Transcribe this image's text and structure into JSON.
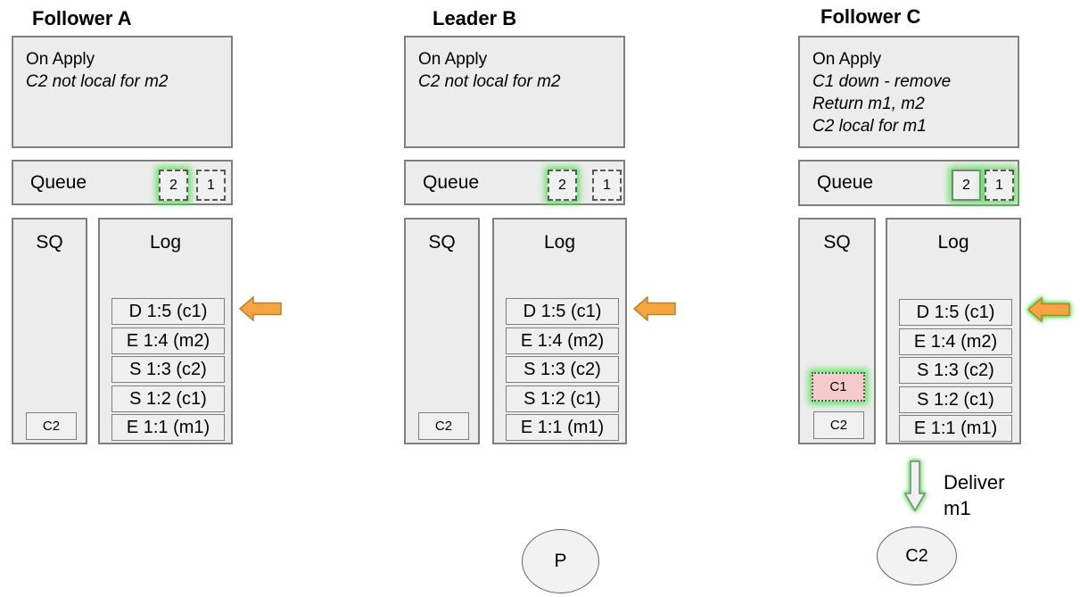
{
  "colors": {
    "panel_fill": "#ececec",
    "panel_border": "#7f7f7f",
    "glow_green": "#5fe45f",
    "arrow_fill": "#f6a440",
    "arrow_border": "#b5842f",
    "deliver_arrow_fill": "#f1f1f1",
    "sq_c1_pink": "#f5caca"
  },
  "columns": [
    {
      "title": "Follower A",
      "on_apply": {
        "heading": "On Apply",
        "notes": [
          "C2 not local for m2"
        ]
      },
      "queue": {
        "label": "Queue",
        "slots": [
          {
            "value": "2"
          },
          {
            "value": "1"
          }
        ]
      },
      "sq": {
        "label": "SQ",
        "items": [
          {
            "value": "C2"
          }
        ]
      },
      "log": {
        "label": "Log",
        "entries": [
          "D 1:5 (c1)",
          "E 1:4 (m2)",
          "S 1:3 (c2)",
          "S 1:2 (c1)",
          "E 1:1 (m1)"
        ]
      }
    },
    {
      "title": "Leader B",
      "on_apply": {
        "heading": "On Apply",
        "notes": [
          "C2 not local for m2"
        ]
      },
      "queue": {
        "label": "Queue",
        "slots": [
          {
            "value": "2"
          },
          {
            "value": "1"
          }
        ]
      },
      "sq": {
        "label": "SQ",
        "items": [
          {
            "value": "C2"
          }
        ]
      },
      "log": {
        "label": "Log",
        "entries": [
          "D 1:5 (c1)",
          "E 1:4 (m2)",
          "S 1:3 (c2)",
          "S 1:2 (c1)",
          "E 1:1 (m1)"
        ]
      },
      "process": {
        "label": "P"
      }
    },
    {
      "title": "Follower C",
      "on_apply": {
        "heading": "On Apply",
        "notes": [
          "C1 down - remove",
          "Return m1, m2",
          "C2 local for m1"
        ]
      },
      "queue": {
        "label": "Queue",
        "slots": [
          {
            "value": "2"
          },
          {
            "value": "1"
          }
        ]
      },
      "sq": {
        "label": "SQ",
        "items": [
          {
            "value": "C1"
          },
          {
            "value": "C2"
          }
        ]
      },
      "log": {
        "label": "Log",
        "entries": [
          "D 1:5 (c1)",
          "E 1:4 (m2)",
          "S 1:3 (c2)",
          "S 1:2 (c1)",
          "E 1:1 (m1)"
        ]
      },
      "deliver": {
        "line1": "Deliver",
        "line2": "m1"
      },
      "process": {
        "label": "C2"
      }
    }
  ]
}
